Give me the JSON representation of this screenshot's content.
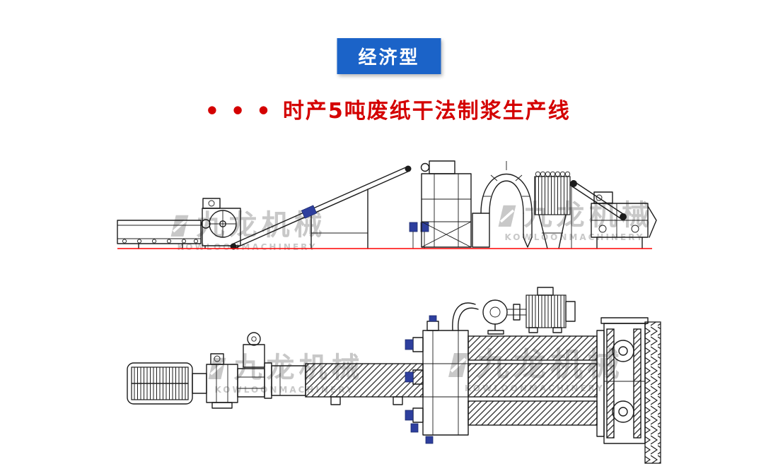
{
  "badge": {
    "label": "经济型"
  },
  "title": {
    "dots": "● ● ●",
    "text": "时产5吨废纸干法制浆生产线"
  },
  "watermark": {
    "cn": "九龙机械",
    "en": "KOWLOONMACHINERY",
    "logo_icon": "kowloon-logo"
  },
  "colors": {
    "badge_bg": "#1b63c8",
    "badge_fg": "#ffffff",
    "title_red": "#d40000",
    "line": "#1c1c1c",
    "baseline": "#ff0000",
    "accent": "#2e3f9e",
    "accent_dark": "#1b2a6b",
    "watermark": "#c8c8c8"
  }
}
